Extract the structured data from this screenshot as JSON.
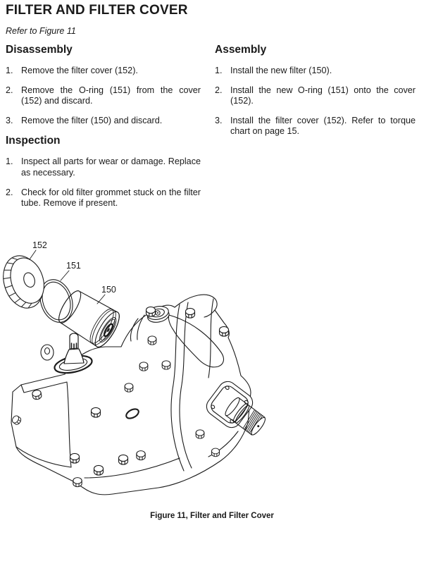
{
  "page": {
    "title": "FILTER AND FILTER COVER",
    "reference": "Refer to Figure 11"
  },
  "columns": {
    "left": [
      {
        "heading": "Disassembly",
        "items": [
          {
            "num": "1.",
            "text": "Remove the filter cover (152)."
          },
          {
            "num": "2.",
            "text": "Remove the O-ring (151) from the cover (152) and discard."
          },
          {
            "num": "3.",
            "text": "Remove the filter (150) and discard."
          }
        ]
      },
      {
        "heading": "Inspection",
        "items": [
          {
            "num": "1.",
            "text": "Inspect all parts for wear or damage. Replace as necessary."
          },
          {
            "num": "2.",
            "text": "Check for old filter grommet stuck on the filter tube. Remove if present."
          }
        ]
      }
    ],
    "right": [
      {
        "heading": "Assembly",
        "items": [
          {
            "num": "1.",
            "text": "Install the new filter (150)."
          },
          {
            "num": "2.",
            "text": "Install the new O-ring (151) onto the cover (152)."
          },
          {
            "num": "3.",
            "text": "Install the filter cover (152). Refer to torque chart on page 15."
          }
        ]
      }
    ]
  },
  "figure": {
    "caption": "Figure 11, Filter and Filter Cover",
    "labels": [
      {
        "text": "152"
      },
      {
        "text": "151"
      },
      {
        "text": "150"
      }
    ],
    "line_color": "#1b1b1b"
  }
}
